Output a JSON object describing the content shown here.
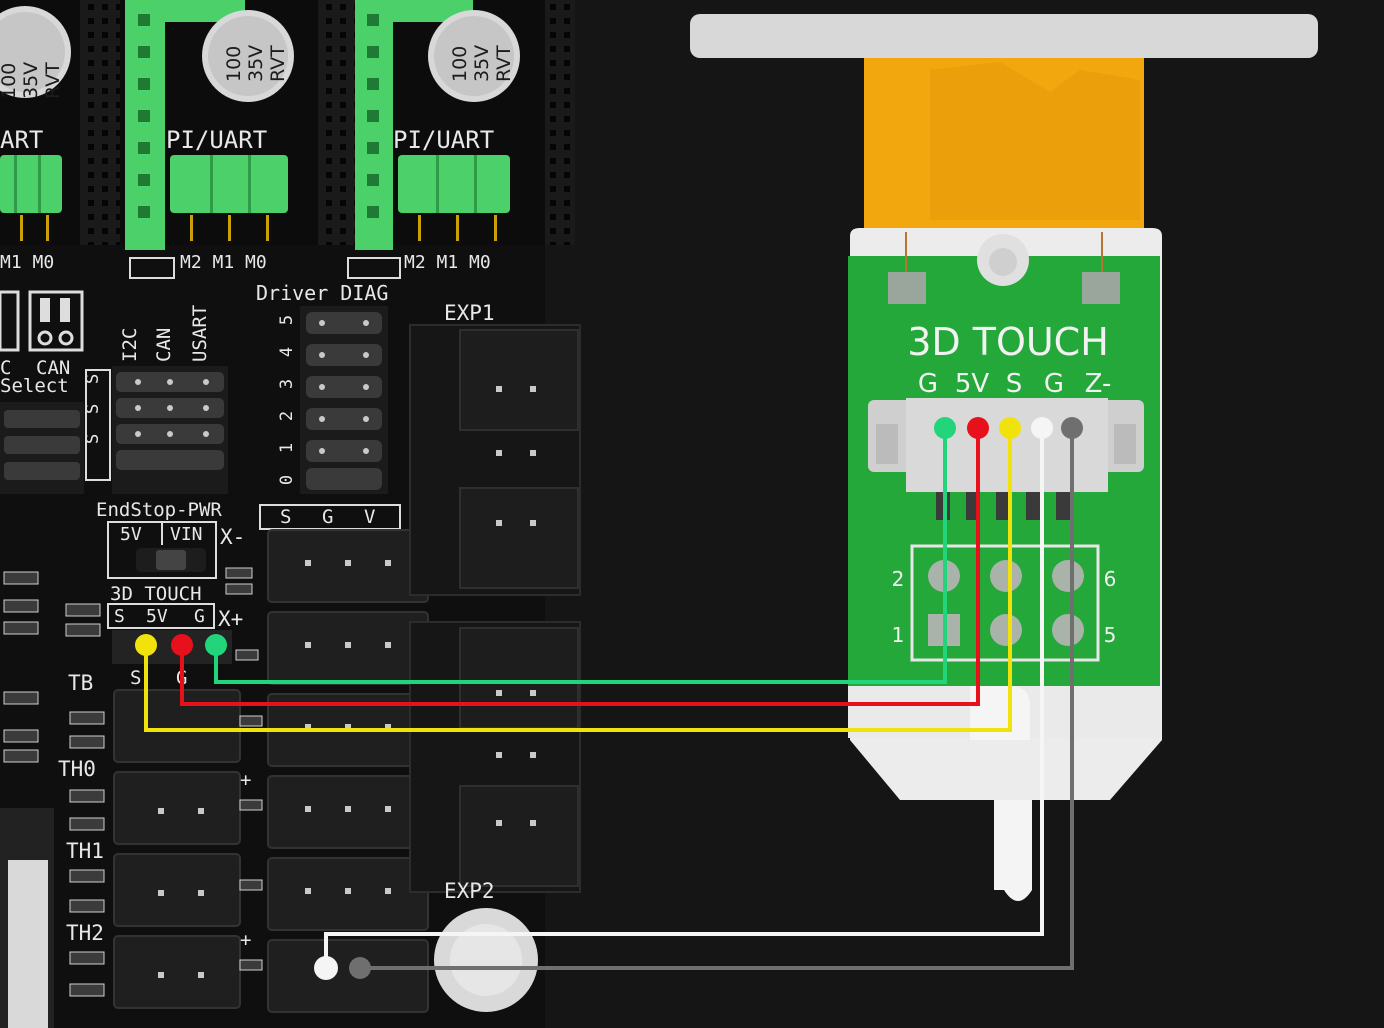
{
  "colors": {
    "background": "#151515",
    "pcb_black": "#101010",
    "pcb_green": "#25a83a",
    "terminal_green": "#4cd16a",
    "kapton": "#f2a70e",
    "wire_green": "#22d47a",
    "wire_red": "#e8101a",
    "wire_yellow": "#f2e20c",
    "wire_white": "#f5f5f5",
    "wire_gray": "#6f6f6f"
  },
  "board": {
    "capacitors": [
      {
        "value": "100",
        "voltage": "35V",
        "series": "RVT"
      },
      {
        "value": "100",
        "voltage": "35V",
        "series": "RVT"
      },
      {
        "value": "100",
        "voltage": "35V",
        "series": "RVT"
      }
    ],
    "driver_labels": [
      "ART",
      "PI/UART",
      "PI/UART"
    ],
    "microstep_labels": [
      "M1 M0",
      "M2 M1 M0",
      "M2 M1 M0"
    ],
    "driver_diag": "Driver DIAG",
    "diag_numbers": [
      "5",
      "4",
      "3",
      "2",
      "1",
      "0"
    ],
    "comm_labels": [
      "I2C",
      "CAN",
      "USART"
    ],
    "select_c": "C",
    "select_can": "CAN",
    "select": "Select",
    "endstop_pwr": "EndStop-PWR",
    "pwr_5v": "5V",
    "pwr_vin": "VIN",
    "touch_label": "3D_TOUCH",
    "touch_pins": [
      "S",
      "5V",
      "G"
    ],
    "sgv": [
      "S",
      "G",
      "V"
    ],
    "x_minus": "X-",
    "x_plus": "X+",
    "exp1": "EXP1",
    "exp2": "EXP2",
    "tb": "TB",
    "th0": "TH0",
    "th1": "TH1",
    "th2": "TH2",
    "tb_pins": [
      "S",
      "G"
    ],
    "sss": [
      "S",
      "S",
      "S"
    ],
    "plus": "+"
  },
  "probe": {
    "title": "3D TOUCH",
    "pins": [
      "G",
      "5V",
      "S",
      "G",
      "Z-"
    ],
    "header_numbers": [
      "2",
      "6",
      "1",
      "5"
    ]
  },
  "wires": [
    {
      "name": "green",
      "color": "#22d47a"
    },
    {
      "name": "red",
      "color": "#e8101a"
    },
    {
      "name": "yellow",
      "color": "#f2e20c"
    },
    {
      "name": "white",
      "color": "#f5f5f5"
    },
    {
      "name": "gray",
      "color": "#6f6f6f"
    }
  ]
}
